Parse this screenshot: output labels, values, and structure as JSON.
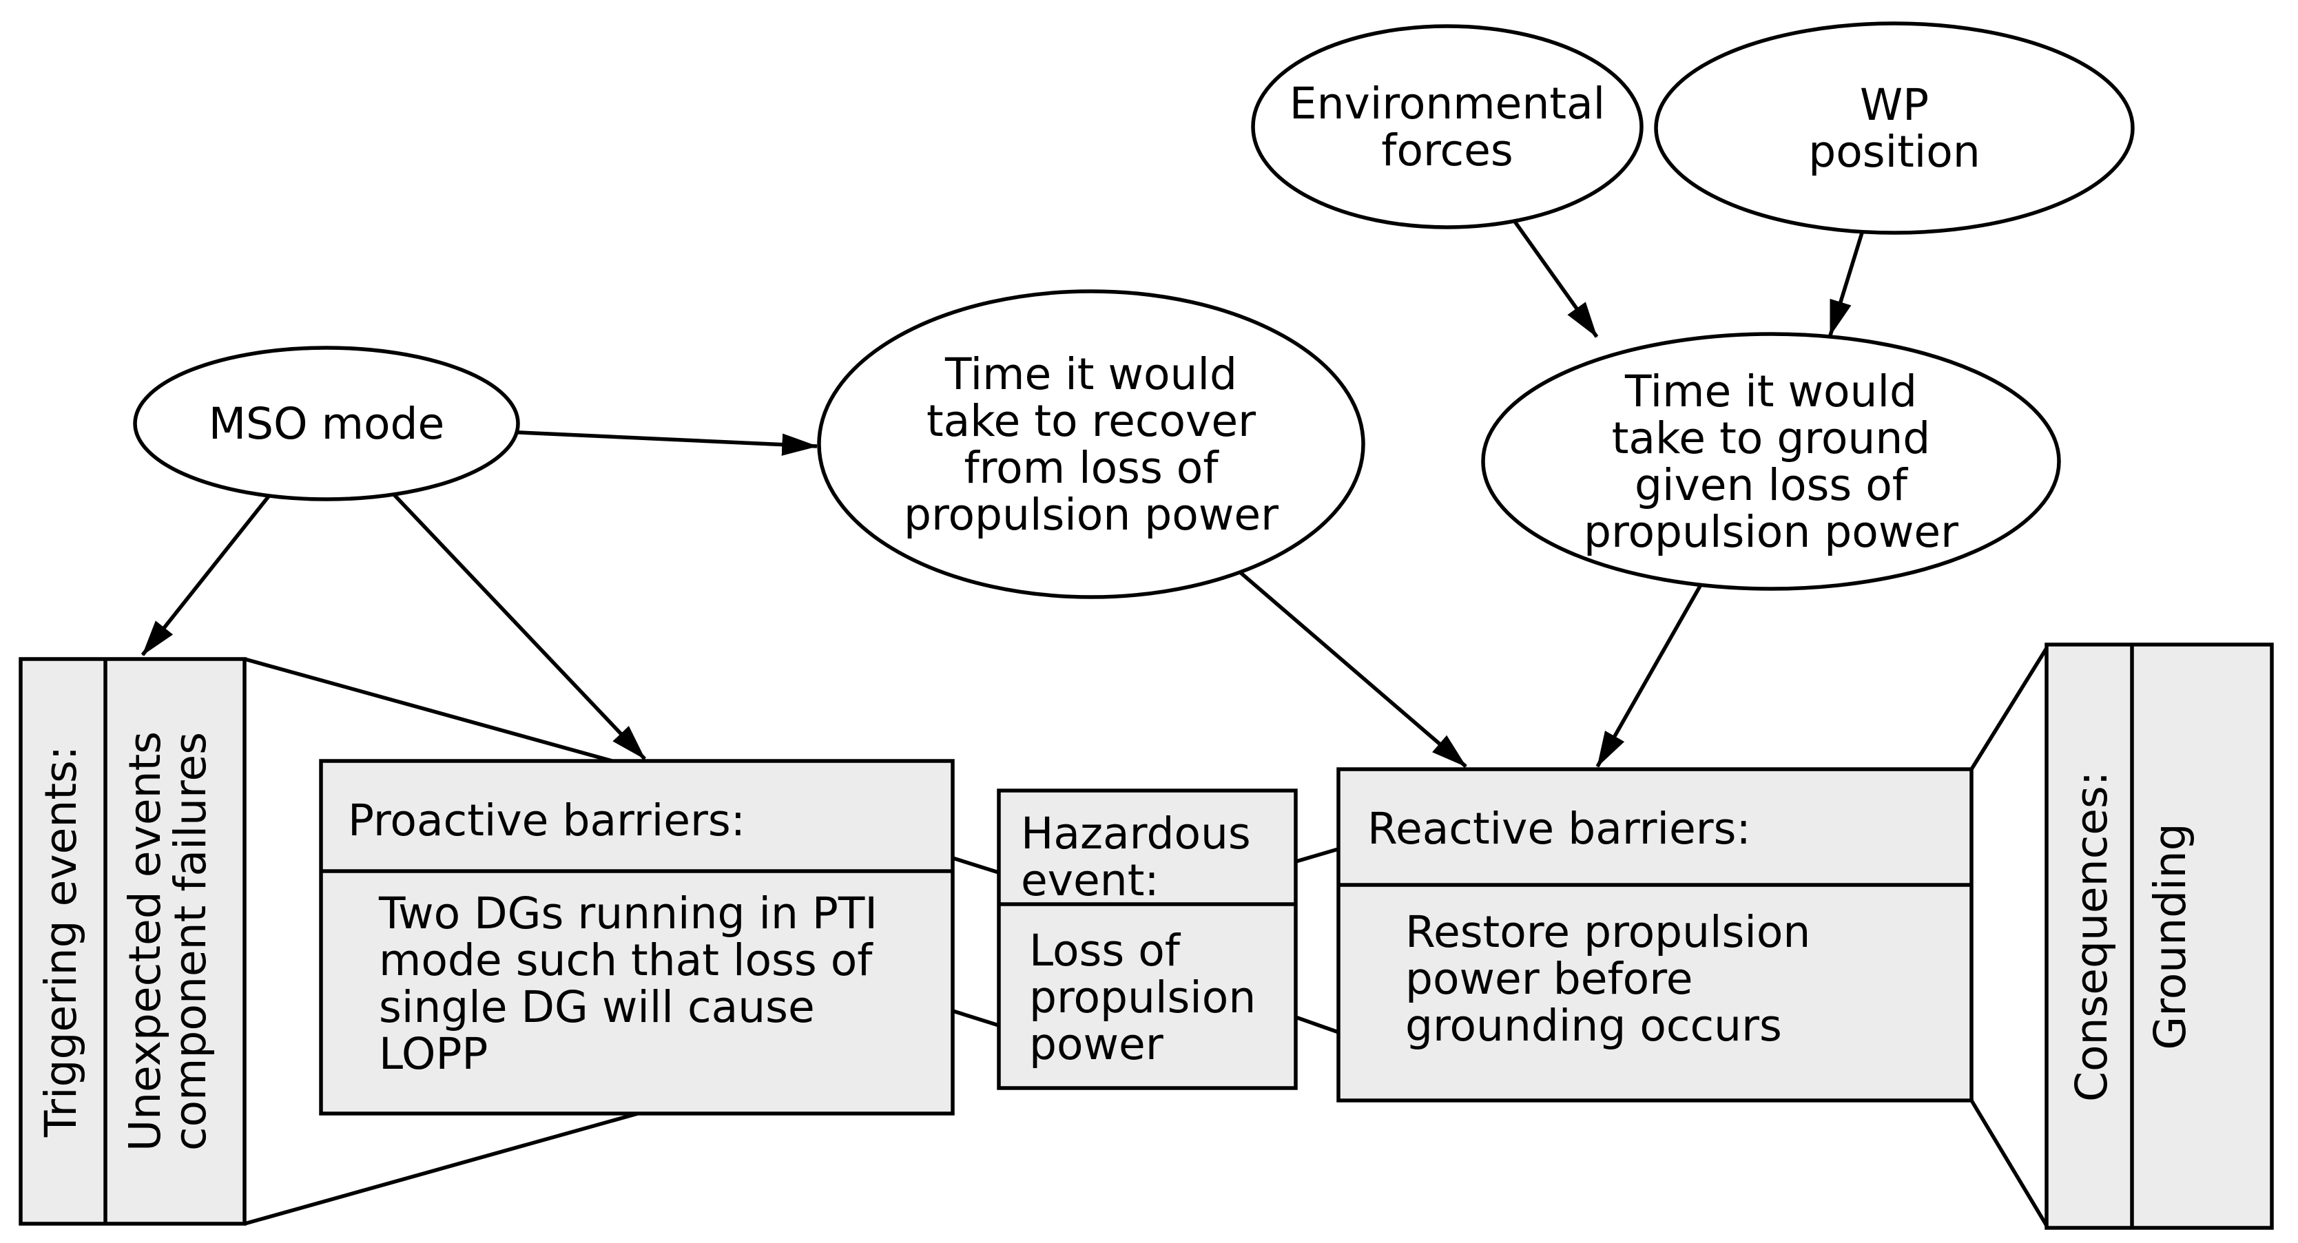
{
  "colors": {
    "background": "#ffffff",
    "box_fill": "#ececec",
    "ellipse_fill": "#ffffff",
    "line": "#000000",
    "text": "#000000"
  },
  "ellipses": {
    "mso_mode": {
      "lines": [
        "MSO mode"
      ]
    },
    "environmental_forces": {
      "lines": [
        "Environmental",
        "forces"
      ]
    },
    "wp_position": {
      "lines": [
        "WP",
        "position"
      ]
    },
    "time_to_recover": {
      "lines": [
        "Time it would",
        "take to recover",
        "from loss of",
        "propulsion power"
      ]
    },
    "time_to_ground": {
      "lines": [
        "Time it would",
        "take to ground",
        "given loss of",
        "propulsion power"
      ]
    }
  },
  "boxes": {
    "triggering_events": {
      "title": "Triggering events:",
      "content_lines": [
        "Unexpected events",
        "component failures"
      ]
    },
    "proactive_barriers": {
      "title": "Proactive barriers:",
      "content_lines": [
        "Two DGs running in PTI",
        "mode such that loss of",
        "single DG will cause",
        "LOPP"
      ]
    },
    "hazardous_event": {
      "title_lines": [
        "Hazardous",
        "event:"
      ],
      "content_lines": [
        "Loss of",
        "propulsion",
        "power"
      ]
    },
    "reactive_barriers": {
      "title": "Reactive barriers:",
      "content_lines": [
        "Restore propulsion",
        "power before",
        "grounding occurs"
      ]
    },
    "consequences": {
      "title": "Consequences:",
      "content": "Grounding"
    }
  }
}
